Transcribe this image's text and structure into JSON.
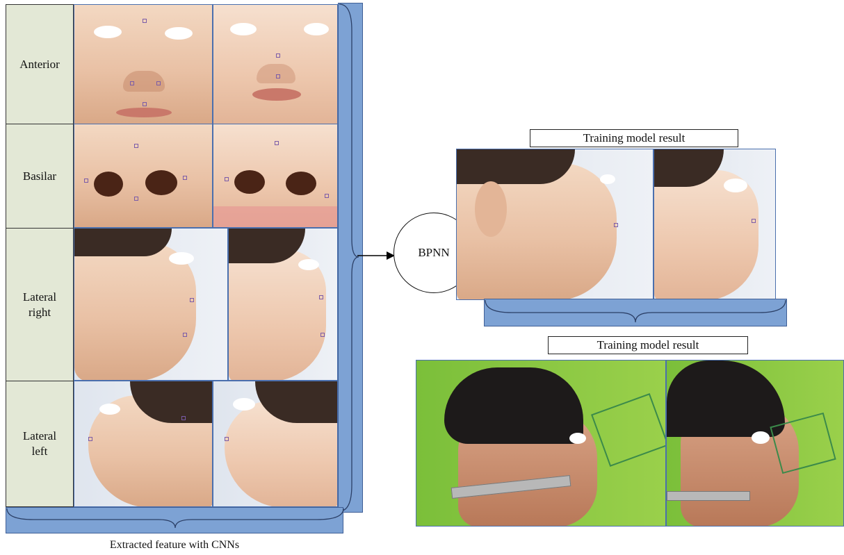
{
  "left_panel": {
    "rows": [
      {
        "label": "Anterior"
      },
      {
        "label": "Basilar"
      },
      {
        "label": "Lateral\nright"
      },
      {
        "label": "Lateral\nleft"
      }
    ],
    "caption": "Extracted feature with CNNs"
  },
  "bpnn": {
    "label": "BPNN"
  },
  "result_top": {
    "title": "Training model result"
  },
  "result_bottom": {
    "title": "Training model result"
  },
  "colors": {
    "bracket": "#7da2d4",
    "label_bg": "#e3e8d6",
    "photo_border": "#4a6fae"
  }
}
